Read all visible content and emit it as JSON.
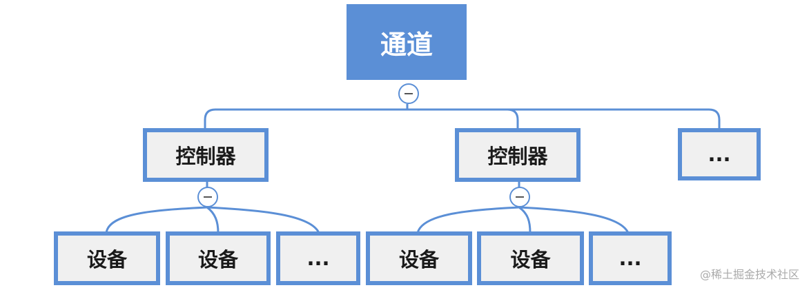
{
  "diagram": {
    "root": {
      "label": "通道"
    },
    "controllers": [
      {
        "label": "控制器",
        "children": [
          "设备",
          "设备",
          "..."
        ]
      },
      {
        "label": "控制器",
        "children": [
          "设备",
          "设备",
          "..."
        ]
      },
      {
        "label": "..."
      }
    ],
    "colors": {
      "accent": "#5b8fd6",
      "node_fill": "#f0f0f0",
      "root_text": "#ffffff",
      "text": "#1a1a1a"
    }
  },
  "watermark": "@稀土掘金技术社区",
  "icons": [
    "collapse-toggle-icon"
  ]
}
